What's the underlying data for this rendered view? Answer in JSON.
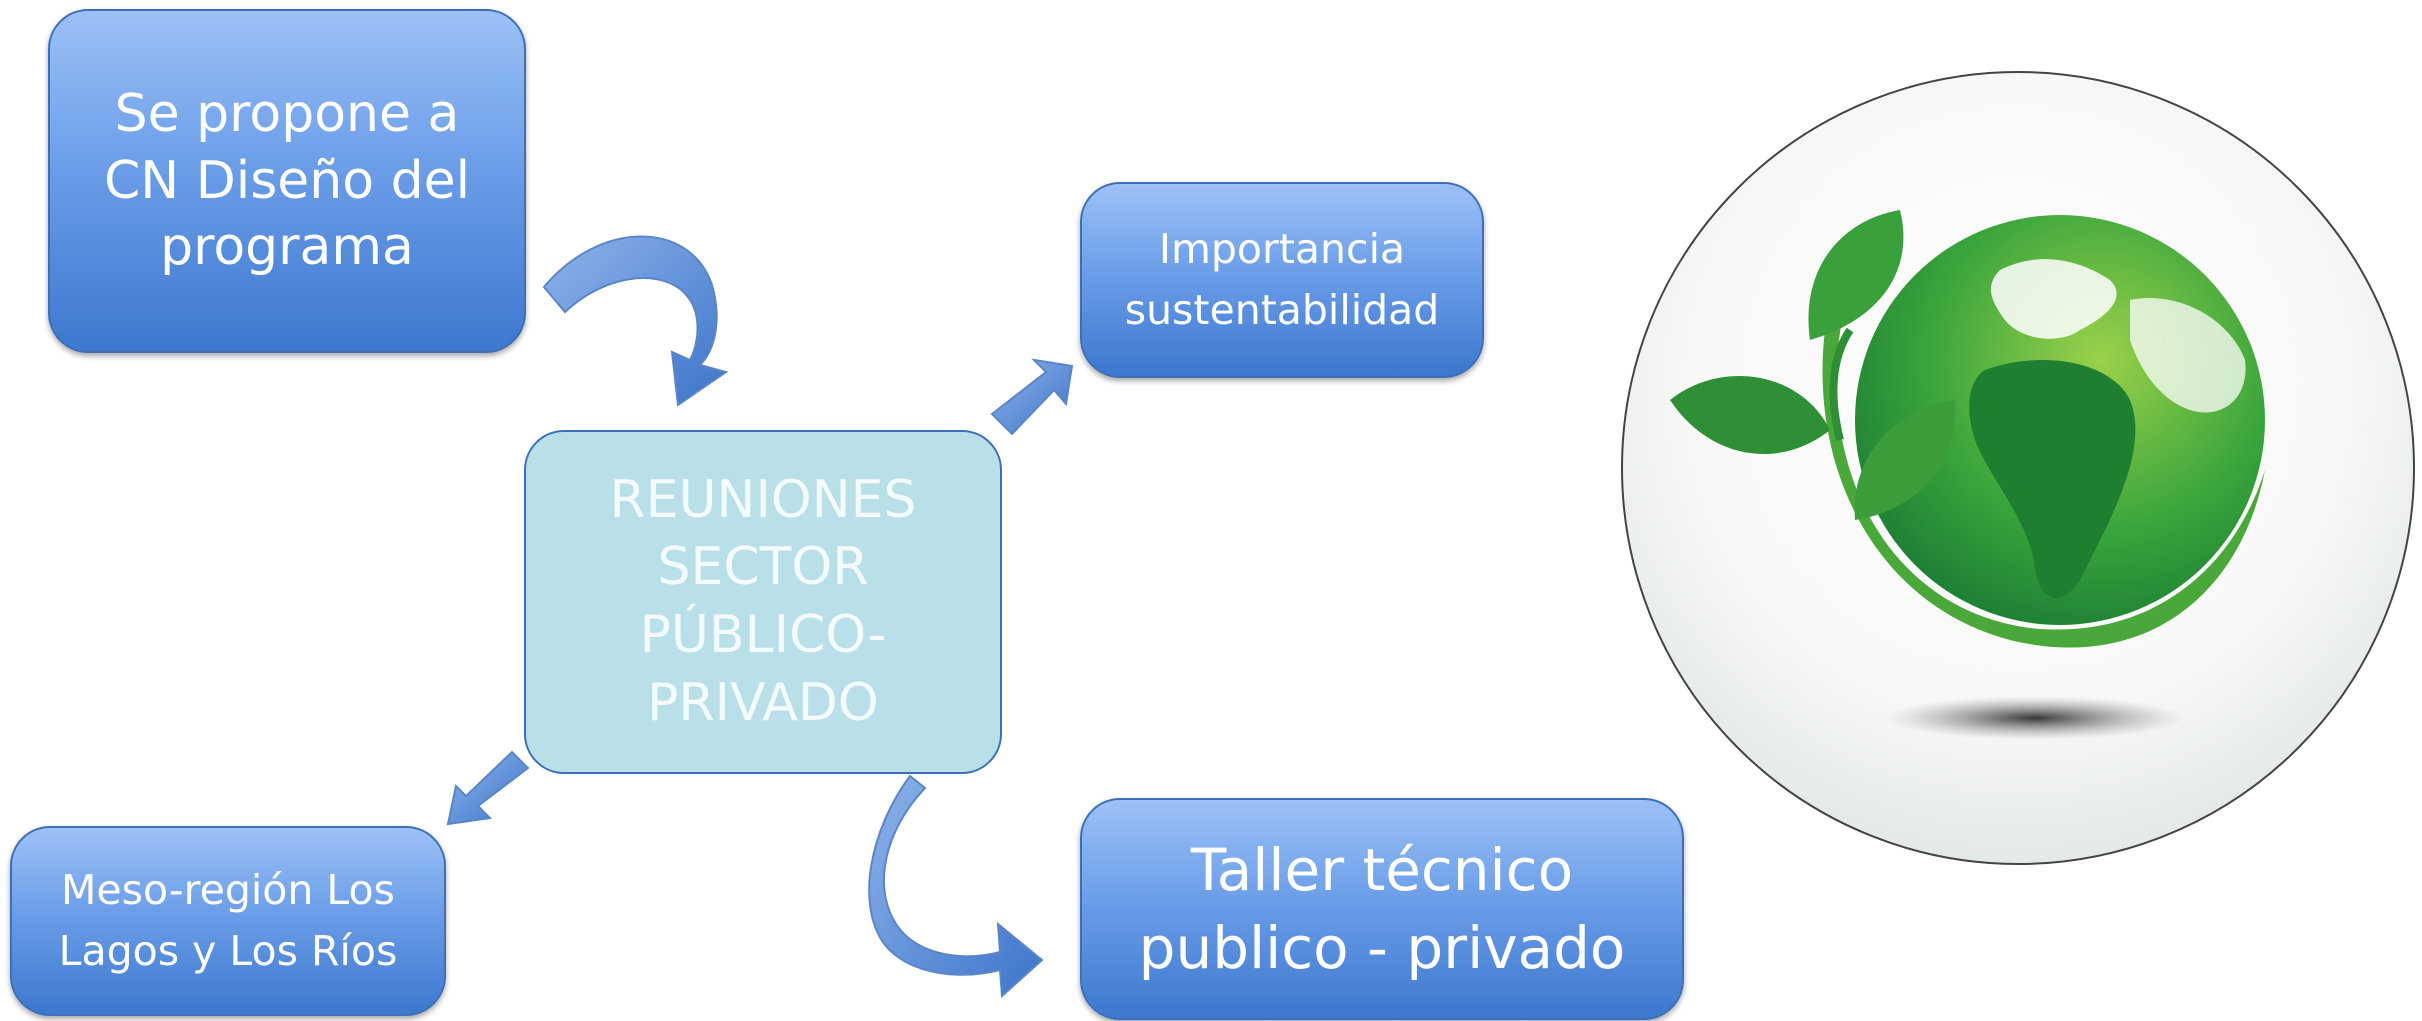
{
  "diagram": {
    "nodes": [
      {
        "id": "propuesta",
        "label": "Se propone a\nCN Diseño del\nprograma"
      },
      {
        "id": "importancia",
        "label": "Importancia\nsustentabilidad"
      },
      {
        "id": "reuniones",
        "label": "REUNIONES\nSECTOR\nPÚBLICO-\nPRIVADO"
      },
      {
        "id": "mesoregion",
        "label": "Meso-región Los\nLagos y Los Ríos"
      },
      {
        "id": "taller",
        "label": "Taller técnico\npublico - privado"
      }
    ],
    "edges": [
      {
        "from": "propuesta",
        "to": "reuniones"
      },
      {
        "from": "reuniones",
        "to": "importancia"
      },
      {
        "from": "reuniones",
        "to": "mesoregion"
      },
      {
        "from": "reuniones",
        "to": "taller"
      }
    ],
    "image": {
      "icon": "green-leaf-globe-icon"
    }
  },
  "colors": {
    "box_blue_top": "#9cc1f7",
    "box_blue_bottom": "#3d78cf",
    "central_box": "#b9dfe8",
    "arrow_blue": "#4a7fd0",
    "leaf_green": "#2e9a3a",
    "leaf_light": "#8cc63f"
  }
}
